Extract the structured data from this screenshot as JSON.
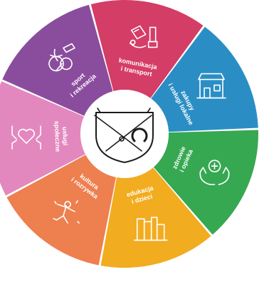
{
  "segments": [
    {
      "id": "transport",
      "label": [
        "komunikacja",
        "i transport"
      ],
      "color": "#d43d66",
      "icon": "transport-icon"
    },
    {
      "id": "shopping",
      "label": [
        "zakupy",
        "i usługi lokalne"
      ],
      "color": "#2a8ec4",
      "icon": "shop-icon"
    },
    {
      "id": "health",
      "label": [
        "zdrowie",
        "i opieka"
      ],
      "color": "#36a852",
      "icon": "health-care-icon"
    },
    {
      "id": "education",
      "label": [
        "edukacja",
        "i dzieci"
      ],
      "color": "#f2ac20",
      "icon": "books-icon"
    },
    {
      "id": "culture",
      "label": [
        "kultura",
        "i rozrywka"
      ],
      "color": "#ee7f4f",
      "icon": "dancer-icon"
    },
    {
      "id": "social",
      "label": [
        "usługi",
        "społeczne"
      ],
      "color": "#e388be",
      "icon": "hands-heart-icon"
    },
    {
      "id": "sport",
      "label": [
        "sport",
        "i rekreacja"
      ],
      "color": "#8a4d9d",
      "icon": "sport-balls-icon"
    }
  ],
  "center": {
    "emblem": "coat-of-arms-sabres-horseshoe-icon"
  }
}
